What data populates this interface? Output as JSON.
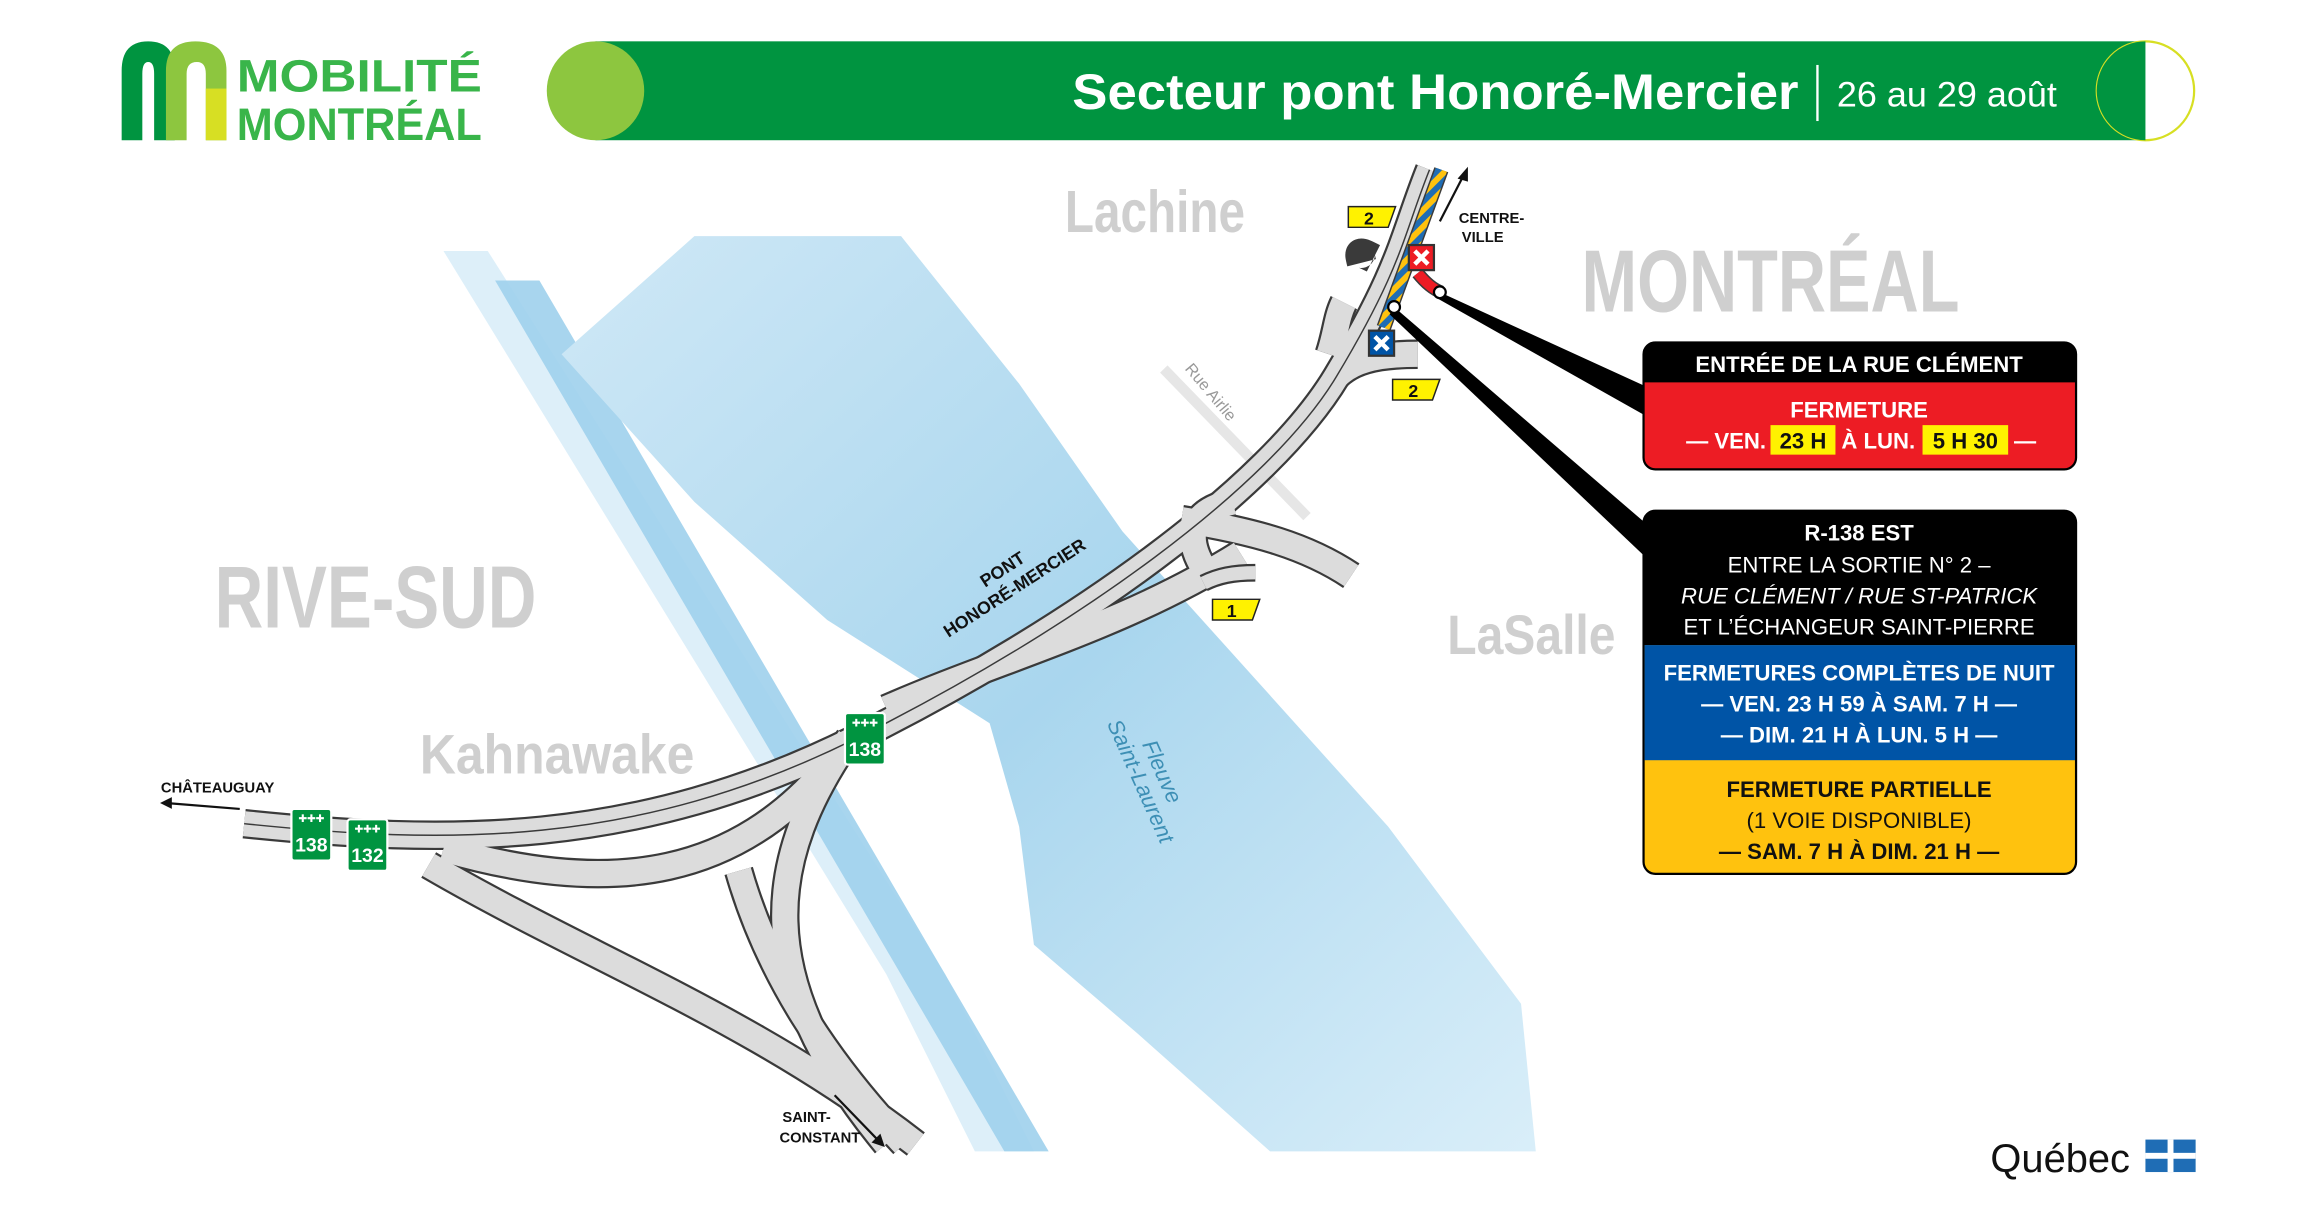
{
  "header": {
    "logo_line1": "MOBILITÉ",
    "logo_line2": "MONTRÉAL",
    "title": "Secteur pont Honoré-Mercier",
    "dates": "26 au 29 août"
  },
  "colors": {
    "header_green": "#009440",
    "logo_green": "#39b54a",
    "accent_lime": "#8dc63f",
    "river_blue": "#a9d6ee",
    "closure_red": "#ed1c24",
    "night_blue": "#0054a6",
    "partial_yellow": "#ffc20e",
    "exit_yellow": "#fff200"
  },
  "map": {
    "places": {
      "lachine": "Lachine",
      "montreal": "MONTRÉAL",
      "rive_sud": "RIVE-SUD",
      "lasalle": "LaSalle",
      "kahnawake": "Kahnawake"
    },
    "river": {
      "line1": "Fleuve",
      "line2": "Saint-Laurent"
    },
    "bridge": {
      "line1": "PONT",
      "line2": "HONORÉ-MERCIER"
    },
    "street_airlie": "Rue Airlie",
    "directions": {
      "centre_ville_1": "CENTRE-",
      "centre_ville_2": "VILLE",
      "chateauguay": "CHÂTEAUGUAY",
      "saint_constant_1": "SAINT-",
      "saint_constant_2": "CONSTANT"
    },
    "exits": {
      "exit_a": "2",
      "exit_b": "2",
      "exit_c": "1"
    },
    "shields": {
      "bridge": "138",
      "west_a": "138",
      "west_b": "132"
    },
    "closure_markers": [
      "closure-red-x-icon",
      "closure-blue-x-icon"
    ]
  },
  "callouts": {
    "clement": {
      "heading": "ENTRÉE DE LA RUE CLÉMENT",
      "status": "FERMETURE",
      "from_day": "— VEN.",
      "from_time": "23 H",
      "to_day": "À LUN.",
      "to_time": "5 H 30",
      "end_dash": "—"
    },
    "r138": {
      "heading": "R-138 EST",
      "line1": "ENTRE LA SORTIE N° 2 –",
      "line2": "RUE CLÉMENT / RUE ST-PATRICK",
      "line3": "ET L’ÉCHANGEUR SAINT-PIERRE",
      "night_title": "FERMETURES COMPLÈTES DE NUIT",
      "night_1": "— VEN. 23 H 59 À SAM. 7 H —",
      "night_2": "— DIM. 21 H À LUN. 5 H —",
      "partial_title": "FERMETURE PARTIELLE",
      "partial_note": "(1 VOIE DISPONIBLE)",
      "partial_time": "— SAM. 7 H À DIM. 21 H —"
    }
  },
  "footer": {
    "quebec_logo": "Québec"
  }
}
